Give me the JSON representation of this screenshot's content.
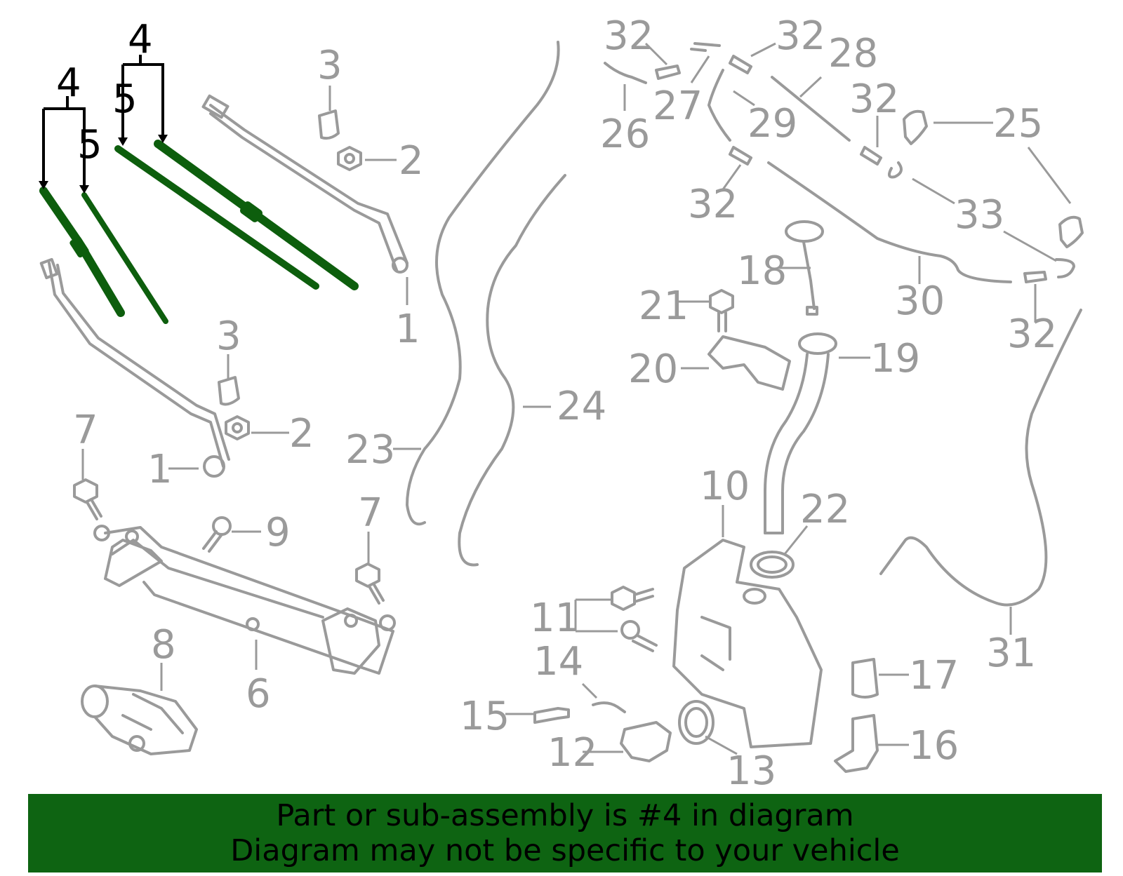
{
  "colors": {
    "highlight": "#0e6412",
    "part_stroke": "#9a9a9a",
    "callout_highlight": "#000000",
    "background": "#ffffff"
  },
  "callouts": {
    "c4a": "4",
    "c4b": "4",
    "c5a": "5",
    "c5b": "5",
    "c3a": "3",
    "c2a": "2",
    "c1a": "1",
    "c3b": "3",
    "c2b": "2",
    "c1b": "1",
    "c7a": "7",
    "c7b": "7",
    "c9": "9",
    "c8": "8",
    "c6": "6",
    "c23": "23",
    "c24": "24",
    "c32a": "32",
    "c32b": "32",
    "c32c": "32",
    "c32d": "32",
    "c32e": "32",
    "c26": "26",
    "c27": "27",
    "c28": "28",
    "c29": "29",
    "c25": "25",
    "c33": "33",
    "c30": "30",
    "c18": "18",
    "c21": "21",
    "c20": "20",
    "c19": "19",
    "c10": "10",
    "c22": "22",
    "c11": "11",
    "c14": "14",
    "c15": "15",
    "c12": "12",
    "c13": "13",
    "c17": "17",
    "c16": "16",
    "c31": "31"
  },
  "banner": {
    "line1": "Part or sub-assembly is #4 in diagram",
    "line2": "Diagram may not be specific to your vehicle"
  }
}
